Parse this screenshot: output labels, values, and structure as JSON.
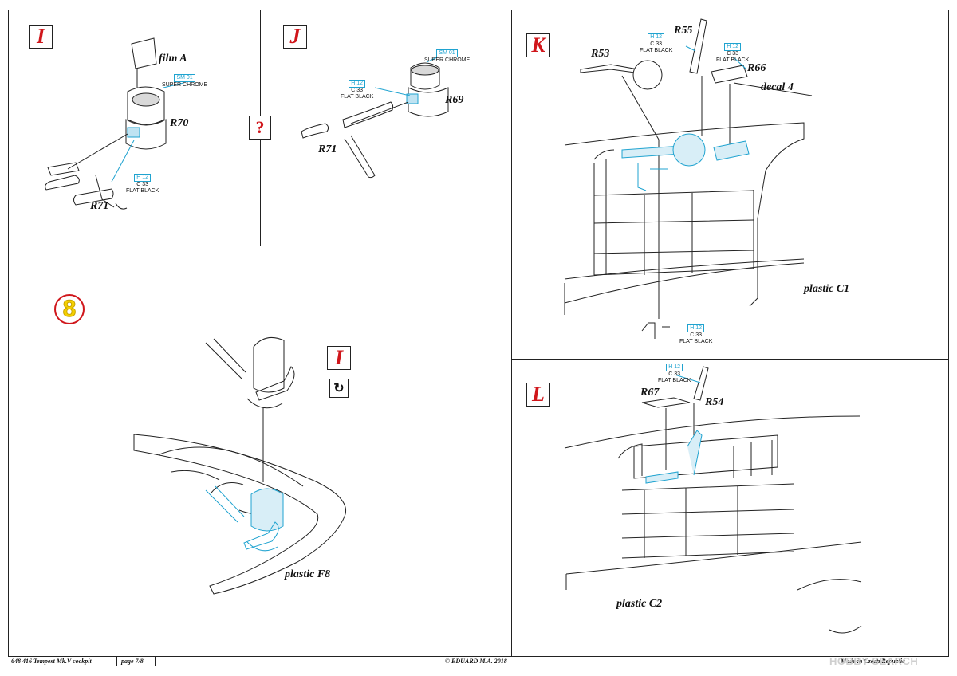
{
  "steps": {
    "I": {
      "letter": "I",
      "parts": {
        "film": "film A",
        "r70": "R70",
        "r71": "R71"
      },
      "paint_sm": {
        "code": "SM 01",
        "name": "SUPER CHROME"
      },
      "paint_h": {
        "code": "H 12",
        "code2": "C 33",
        "name": "FLAT BLACK"
      }
    },
    "J": {
      "letter": "J",
      "parts": {
        "r69": "R69",
        "r71": "R71"
      },
      "question": "?",
      "paint_sm": {
        "code": "SM 01",
        "name": "SUPER CHROME"
      },
      "paint_h": {
        "code": "H 12",
        "code2": "C 33",
        "name": "FLAT BLACK"
      }
    },
    "K": {
      "letter": "K",
      "parts": {
        "r53": "R53",
        "r55": "R55",
        "r66": "R66",
        "decal": "decal 4",
        "plastic": "plastic C1"
      },
      "paint_1": {
        "code": "H 12",
        "code2": "C 33",
        "name": "FLAT BLACK"
      },
      "paint_2": {
        "code": "H 12",
        "code2": "C 33",
        "name": "FLAT BLACK"
      },
      "paint_3": {
        "code": "H 12",
        "code2": "C 33",
        "name": "FLAT BLACK"
      }
    },
    "L": {
      "letter": "L",
      "parts": {
        "r67": "R67",
        "r54": "R54",
        "plastic": "plastic C2"
      },
      "paint_1": {
        "code": "H 12",
        "code2": "C 33",
        "name": "FLAT BLACK"
      }
    },
    "8": {
      "number": "8",
      "sub_letter": "I",
      "rotate_icon": "rotate-icon",
      "plastic": "plastic F8"
    }
  },
  "footer": {
    "product": "648 416  Tempest Mk.V cockpit",
    "page": "page 7/8",
    "copyright": "© EDUARD   M.A. 2018",
    "origin": "Made in Czech Republic"
  },
  "watermark": "HOBBY SEARCH",
  "colors": {
    "accent_red": "#d0161b",
    "paint_cyan": "#1fa3d0",
    "part_blue": "#bfe3f2",
    "step_yellow": "#f5d000"
  }
}
